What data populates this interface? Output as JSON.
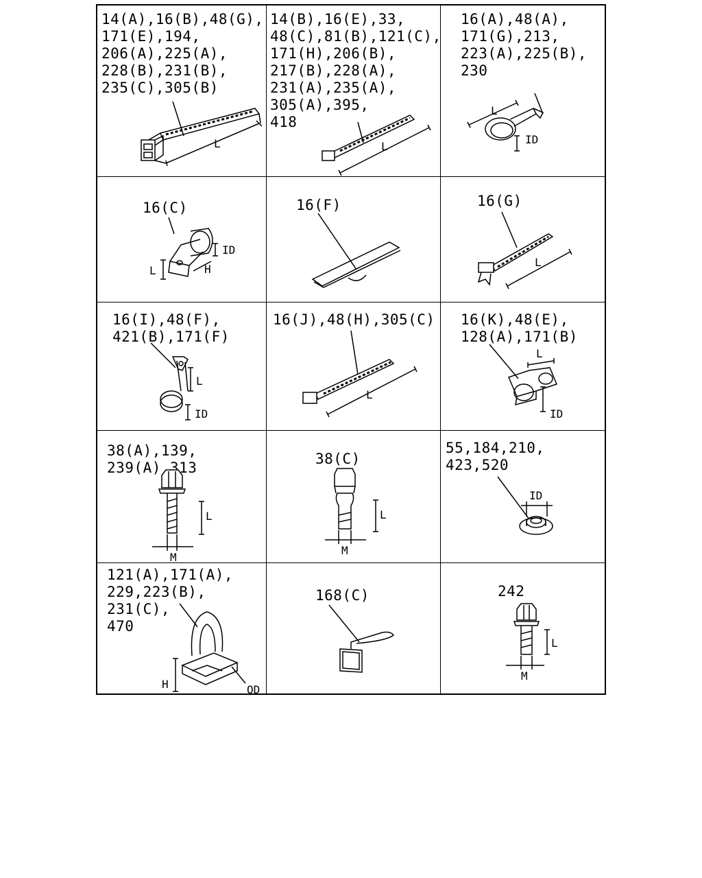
{
  "cells": [
    {
      "id": "r1c1",
      "label": "14(A),16(B),48(G),\n171(E),194,\n206(A),225(A),\n228(B),231(B),\n235(C),305(B)",
      "dims": [
        "L"
      ]
    },
    {
      "id": "r1c2",
      "label": "14(B),16(E),33,\n48(C),81(B),121(C),\n171(H),206(B),\n217(B),228(A),\n231(A),235(A),\n305(A),395,\n418",
      "dims": [
        "L"
      ]
    },
    {
      "id": "r1c3",
      "label": "16(A),48(A),\n171(G),213,\n223(A),225(B),\n230",
      "dims": [
        "L",
        "ID"
      ]
    },
    {
      "id": "r2c1",
      "label": "16(C)",
      "dims": [
        "ID",
        "L",
        "H"
      ]
    },
    {
      "id": "r2c2",
      "label": "16(F)",
      "dims": []
    },
    {
      "id": "r2c3",
      "label": "16(G)",
      "dims": [
        "L"
      ]
    },
    {
      "id": "r3c1",
      "label": "16(I),48(F),\n421(B),171(F)",
      "dims": [
        "L",
        "ID"
      ]
    },
    {
      "id": "r3c2",
      "label": "16(J),48(H),305(C)",
      "dims": [
        "L"
      ]
    },
    {
      "id": "r3c3",
      "label": "16(K),48(E),\n128(A),171(B)",
      "dims": [
        "L",
        "ID"
      ]
    },
    {
      "id": "r4c1",
      "label": "38(A),139,\n239(A),313",
      "dims": [
        "L",
        "M"
      ]
    },
    {
      "id": "r4c2",
      "label": "38(C)",
      "dims": [
        "L",
        "M"
      ]
    },
    {
      "id": "r4c3",
      "label": "55,184,210,\n423,520",
      "dims": [
        "ID"
      ]
    },
    {
      "id": "r5c1",
      "label": "121(A),171(A),\n229,223(B),\n231(C),\n470",
      "dims": [
        "H",
        "OD"
      ]
    },
    {
      "id": "r5c2",
      "label": "168(C)",
      "dims": []
    },
    {
      "id": "r5c3",
      "label": "242",
      "dims": [
        "L",
        "M"
      ]
    }
  ]
}
